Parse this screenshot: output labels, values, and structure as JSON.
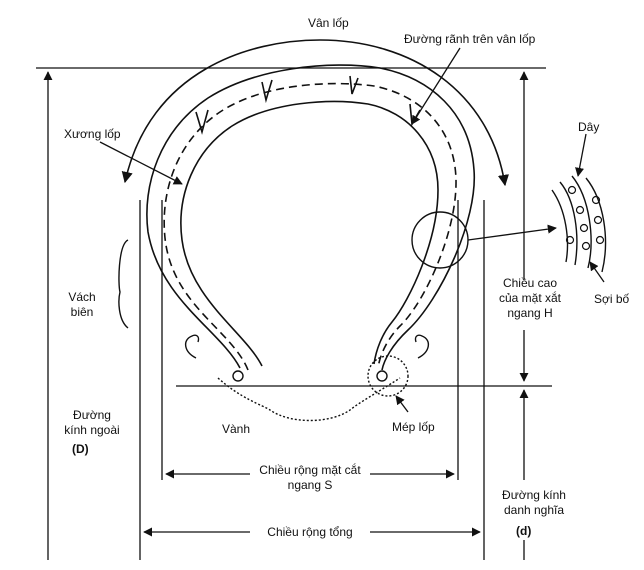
{
  "labels": {
    "tread": "Vân lốp",
    "tread_groove": "Đường rãnh trên vân lốp",
    "carcass": "Xương lốp",
    "cord": "Dây",
    "sidewall_1": "Vách",
    "sidewall_2": "biên",
    "section_height_1": "Chiều cao",
    "section_height_2": "của mặt xắt",
    "section_height_3": "ngang H",
    "fiber": "Sợi bố",
    "outer_diameter_1": "Đường",
    "outer_diameter_2": "kính ngoài",
    "outer_diameter_symbol": "(D)",
    "rim": "Vành",
    "bead": "Mép lốp",
    "section_width_1": "Chiều rộng mặt cắt",
    "section_width_2": "ngang S",
    "nominal_diameter_1": "Đường kính",
    "nominal_diameter_2": "danh nghĩa",
    "nominal_diameter_symbol": "(d)",
    "overall_width": "Chiều rộng tổng"
  }
}
